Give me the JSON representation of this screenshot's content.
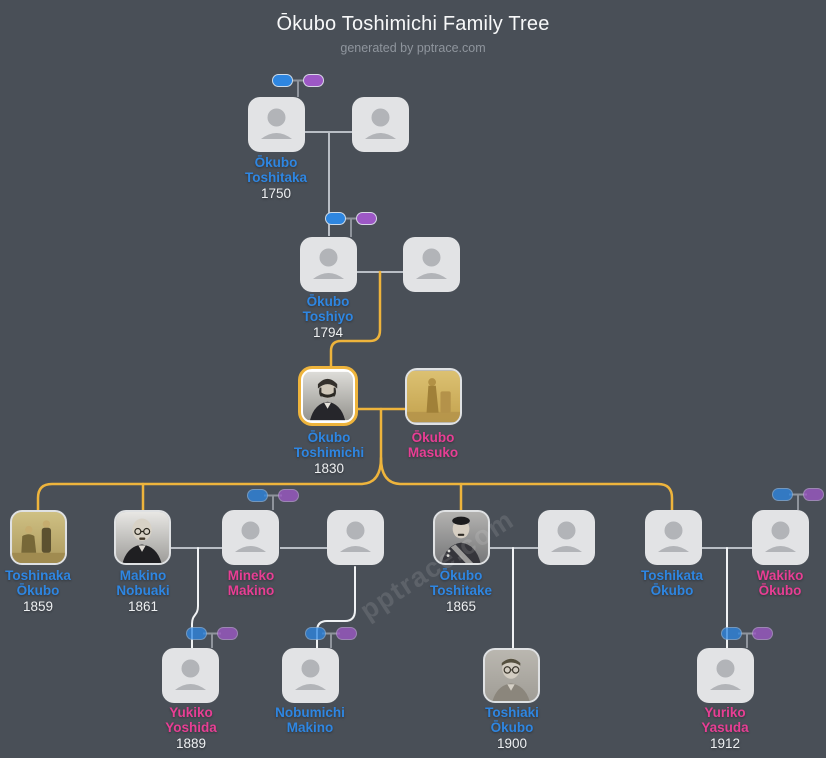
{
  "header": {
    "title": "Ōkubo Toshimichi Family Tree",
    "subtitle": "generated by pptrace.com"
  },
  "watermark": {
    "text": "pptrace.com"
  },
  "colors": {
    "background": "#494f57",
    "male_name": "#2e86e2",
    "female_name": "#e83e94",
    "year_text": "#eef0f2",
    "highlight_line": "#eeb43c",
    "couple_line": "#b9bec5",
    "descent_line": "#f0f2f4",
    "male_pill": "#2e86e0",
    "female_pill": "#9d58c6",
    "card_placeholder": "#e2e3e5"
  },
  "people": [
    {
      "name1": "Ōkubo",
      "name2": "Toshitaka",
      "year": "1750",
      "gender": "male"
    },
    {
      "name1": "",
      "name2": "",
      "year": "",
      "gender": ""
    },
    {
      "name1": "Ōkubo",
      "name2": "Toshiyo",
      "year": "1794",
      "gender": "male"
    },
    {
      "name1": "",
      "name2": "",
      "year": "",
      "gender": ""
    },
    {
      "name1": "Ōkubo",
      "name2": "Toshimichi",
      "year": "1830",
      "gender": "male"
    },
    {
      "name1": "Ōkubo",
      "name2": "Masuko",
      "year": "",
      "gender": "female"
    },
    {
      "name1": "Toshinaka",
      "name2": "Ōkubo",
      "year": "1859",
      "gender": "male"
    },
    {
      "name1": "Makino",
      "name2": "Nobuaki",
      "year": "1861",
      "gender": "male"
    },
    {
      "name1": "Mineko",
      "name2": "Makino",
      "year": "",
      "gender": "female"
    },
    {
      "name1": "",
      "name2": "",
      "year": "",
      "gender": ""
    },
    {
      "name1": "Ōkubo",
      "name2": "Toshitake",
      "year": "1865",
      "gender": "male"
    },
    {
      "name1": "",
      "name2": "",
      "year": "",
      "gender": ""
    },
    {
      "name1": "Toshikata",
      "name2": "Ōkubo",
      "year": "",
      "gender": "male"
    },
    {
      "name1": "Wakiko",
      "name2": "Ōkubo",
      "year": "",
      "gender": "female"
    },
    {
      "name1": "Yukiko",
      "name2": "Yoshida",
      "year": "1889",
      "gender": "female"
    },
    {
      "name1": "Nobumichi",
      "name2": "Makino",
      "year": "",
      "gender": "male"
    },
    {
      "name1": "Toshiaki",
      "name2": "Ōkubo",
      "year": "1900",
      "gender": "male"
    },
    {
      "name1": "Yuriko",
      "name2": "Yasuda",
      "year": "1912",
      "gender": "female"
    }
  ]
}
